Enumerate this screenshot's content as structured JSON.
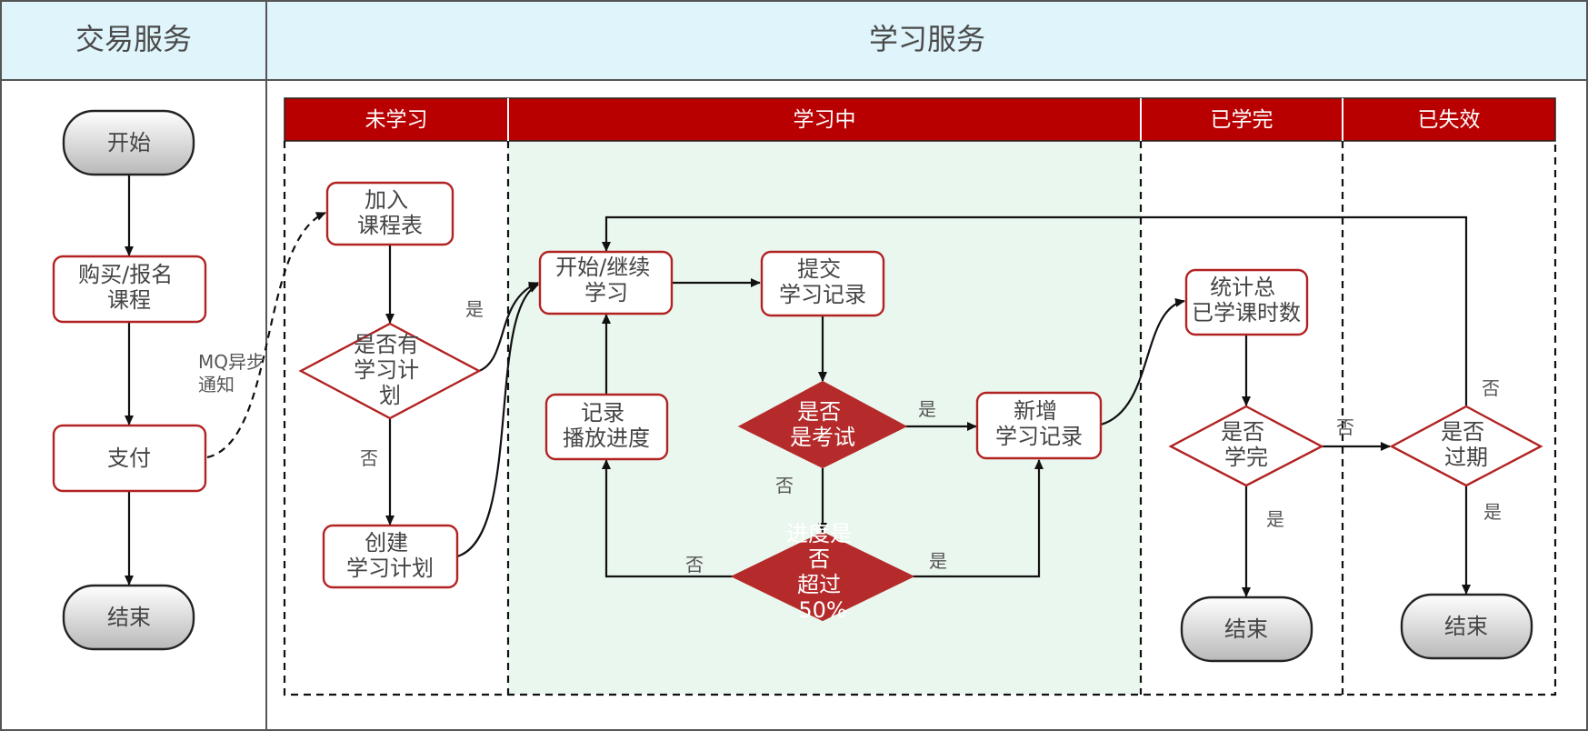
{
  "colors": {
    "header_bg": "#dff4fb",
    "phase_bg": "#b80000",
    "active_zone_bg": "#eaf7ee",
    "node_border": "#b22222",
    "decision_fill": "#b52a2a"
  },
  "headers": {
    "trade": "交易服务",
    "learning": "学习服务"
  },
  "phases": {
    "not_started": "未学习",
    "in_progress": "学习中",
    "completed": "已学完",
    "expired": "已失效"
  },
  "trade_flow": {
    "start": "开始",
    "buy": [
      "购买/报名",
      "课程"
    ],
    "pay": "支付",
    "end": "结束",
    "mq_note": [
      "MQ异步",
      "通知"
    ]
  },
  "not_started": {
    "add_course": [
      "加入",
      "课程表"
    ],
    "has_plan": [
      "是否有",
      "学习计",
      "划"
    ],
    "create_plan": [
      "创建",
      "学习计划"
    ]
  },
  "in_progress": {
    "start_continue": [
      "开始/继续",
      "学习"
    ],
    "submit_record": [
      "提交",
      "学习记录"
    ],
    "record_progress": [
      "记录",
      "播放进度"
    ],
    "is_exam": [
      "是否",
      "是考试"
    ],
    "add_record": [
      "新增",
      "学习记录"
    ],
    "progress_over": [
      "进度是",
      "否",
      "超过",
      "50%"
    ]
  },
  "completed": {
    "count_hours": [
      "统计总",
      "已学课时数"
    ],
    "is_finished": [
      "是否",
      "学完"
    ],
    "end": "结束"
  },
  "expired": {
    "is_expired": [
      "是否",
      "过期"
    ],
    "end": "结束"
  },
  "edge_labels": {
    "yes": "是",
    "no": "否"
  },
  "icons": {
    "arrowhead": "arrow-icon"
  }
}
